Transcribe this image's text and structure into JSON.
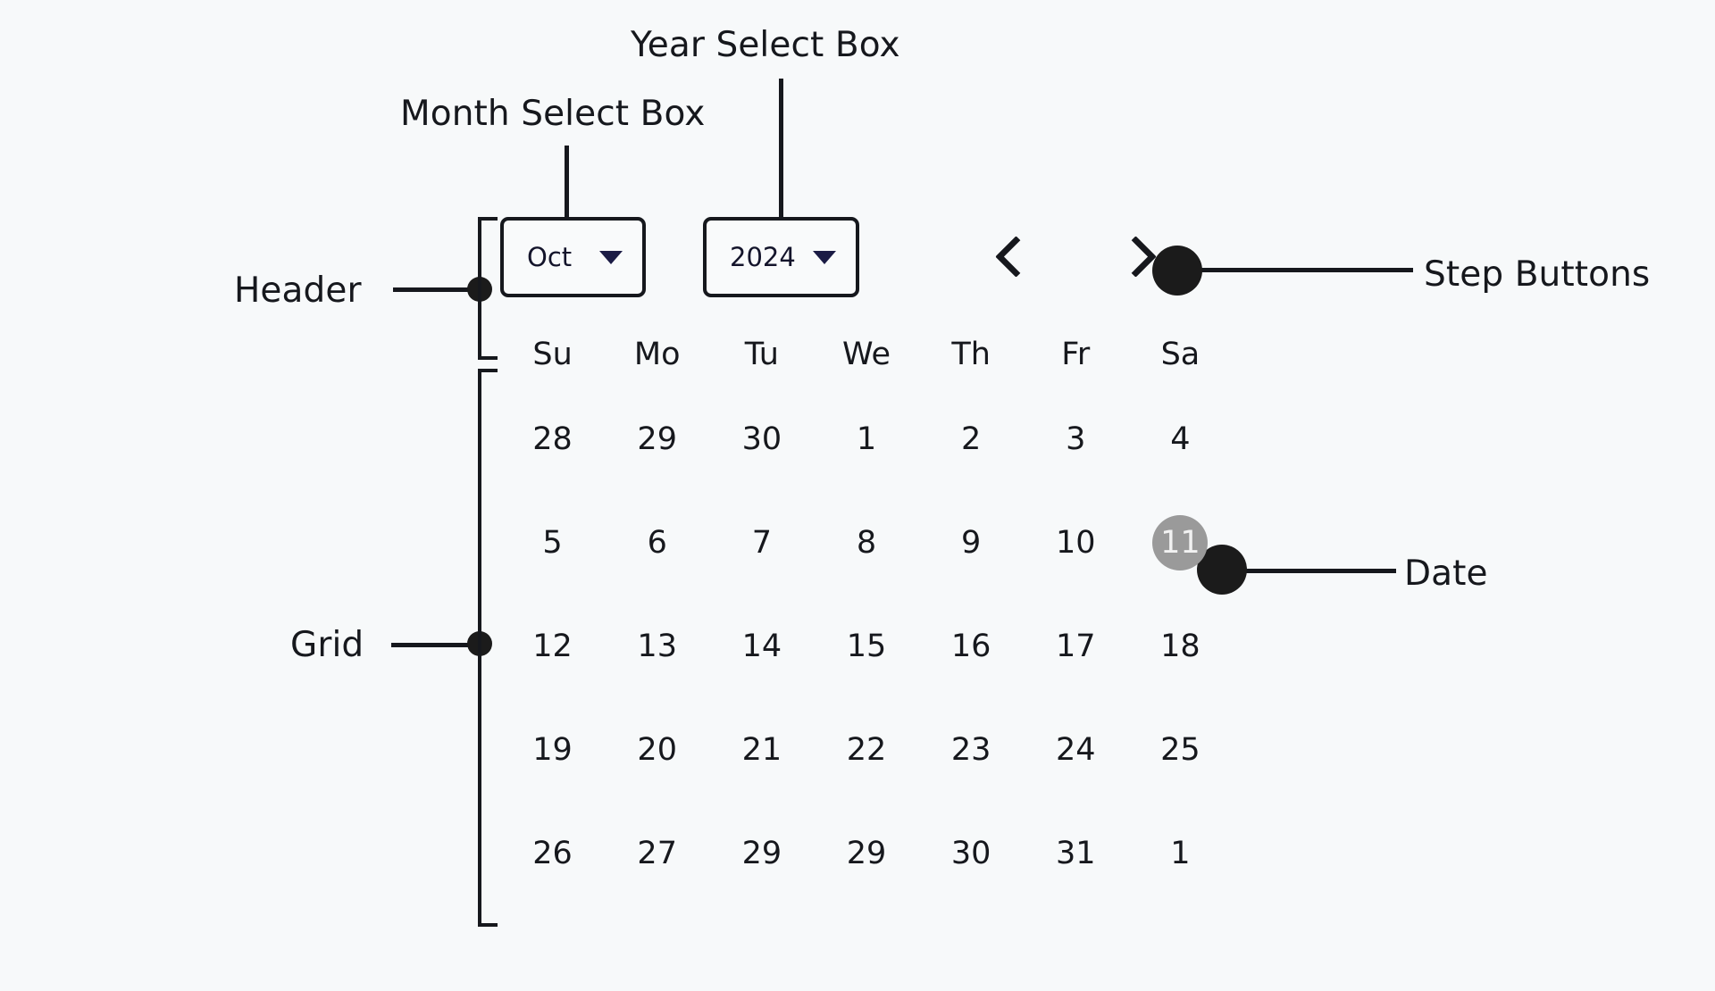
{
  "annotations": {
    "month_select_box": "Month Select Box",
    "year_select_box": "Year Select Box",
    "step_buttons": "Step Buttons",
    "date": "Date",
    "header": "Header",
    "grid": "Grid"
  },
  "calendar": {
    "month_value": "Oct",
    "year_value": "2024",
    "prev_icon": "chevron-left-icon",
    "next_icon": "chevron-right-icon",
    "caret_icon": "chevron-down-icon",
    "weekdays": [
      "Su",
      "Mo",
      "Tu",
      "We",
      "Th",
      "Fr",
      "Sa"
    ],
    "selected_date": "11",
    "weeks": [
      [
        "28",
        "29",
        "30",
        "1",
        "2",
        "3",
        "4"
      ],
      [
        "5",
        "6",
        "7",
        "8",
        "9",
        "10",
        "11"
      ],
      [
        "12",
        "13",
        "14",
        "15",
        "16",
        "17",
        "18"
      ],
      [
        "19",
        "20",
        "21",
        "22",
        "23",
        "24",
        "25"
      ],
      [
        "26",
        "27",
        "29",
        "29",
        "30",
        "31",
        "1"
      ]
    ]
  },
  "colors": {
    "background": "#f7f9fa",
    "ink": "#16181d",
    "caret": "#1b1b45",
    "selected_bg": "#9a9a9a",
    "selected_text": "#f2f2f2"
  }
}
